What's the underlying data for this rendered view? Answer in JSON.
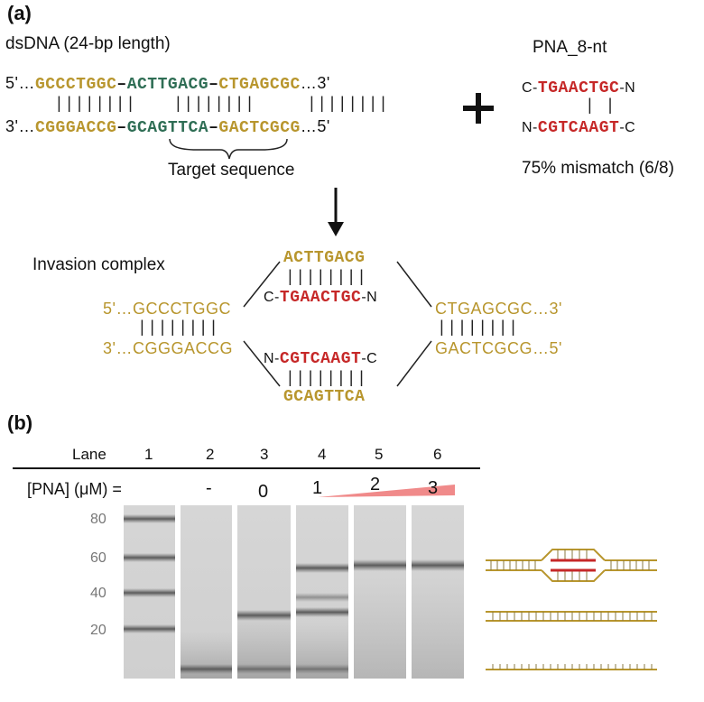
{
  "panel_a": {
    "label": "(a)",
    "dsdna_title": "dsDNA (24-bp length)",
    "top_strand": {
      "five": "5'…",
      "left": "GCCCTGGC",
      "d1": "–",
      "mid": "ACTTGACG",
      "d2": "–",
      "right": "CTGAGCGC",
      "three": "…3'"
    },
    "bottom_strand": {
      "three": "3'…",
      "left": "CGGGACCG",
      "d1": "–",
      "mid": "GCAGTTCA",
      "d2": "–",
      "right": "GACTCGCG",
      "five": "…5'"
    },
    "pair_bars": "||||||||",
    "target_label": "Target sequence",
    "plus": "+",
    "pna_title": "PNA_8-nt",
    "pna_top": {
      "c": "C-",
      "seq": "TGAACTGC",
      "n": "-N"
    },
    "pna_bottom": {
      "n": "N-",
      "seq": "CGTCAAGT",
      "c": "-C"
    },
    "pna_bars": "| |",
    "mismatch": "75% mismatch (6/8)",
    "complex_title": "Invasion complex",
    "complex": {
      "top_seq": "ACTTGACG",
      "pna1_c": "C-",
      "pna1_seq": "TGAACTGC",
      "pna1_n": "-N",
      "pna2_n": "N-",
      "pna2_seq": "CGTCAAGT",
      "pna2_c": "-C",
      "bottom_seq": "GCAGTTCA",
      "left_top": "5'…GCCCTGGC",
      "left_bottom": "3'…CGGGACCG",
      "right_top": "CTGAGCGC…3'",
      "right_bottom": "GACTCGCG…5'"
    }
  },
  "panel_b": {
    "label": "(b)",
    "lane_label": "Lane",
    "lanes": [
      "1",
      "2",
      "3",
      "4",
      "5",
      "6"
    ],
    "pna_label": "[PNA] (μM) =",
    "pna_values": [
      "-",
      "0",
      "1",
      "2",
      "3"
    ],
    "ladder_marks": [
      "80",
      "60",
      "40",
      "20"
    ]
  },
  "colors": {
    "gold": "#b8962e",
    "green": "#2f6e55",
    "red": "#c62828",
    "wedge": "#f08a8a"
  }
}
